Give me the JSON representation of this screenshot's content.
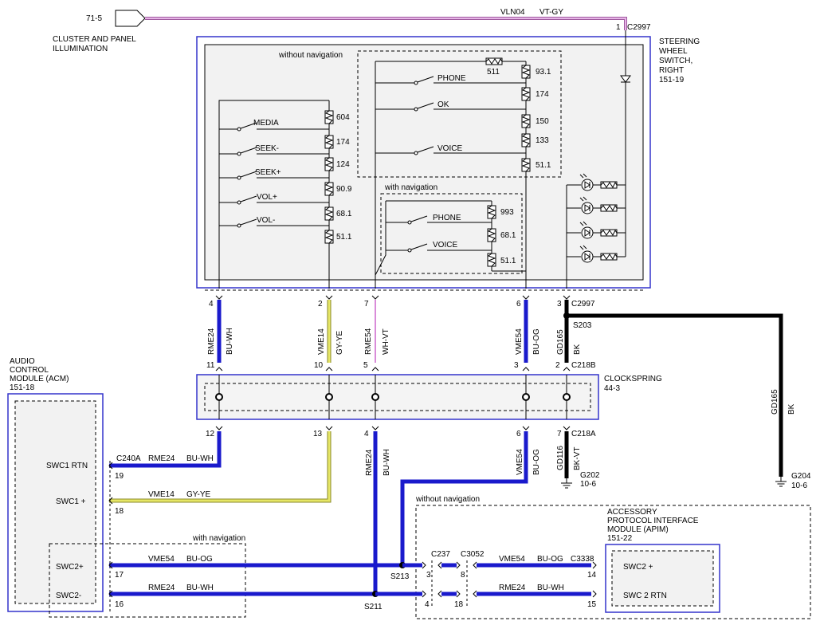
{
  "top": {
    "ref": "71-5",
    "circuit": "VLN04",
    "color": "VT-GY",
    "pin": "1",
    "connector": "C2997",
    "illum_line1": "CLUSTER AND PANEL",
    "illum_line2": "ILLUMINATION"
  },
  "sws": {
    "line1": "STEERING",
    "line2": "WHEEL",
    "line3": "SWITCH,",
    "line4": "RIGHT",
    "ref": "151-19",
    "without_nav": "without navigation",
    "with_nav": "with navigation",
    "left_switches": [
      "MEDIA",
      "SEEK-",
      "SEEK+",
      "VOL+",
      "VOL-"
    ],
    "left_resistors": [
      "604",
      "174",
      "124",
      "90.9",
      "68.1",
      "51.1"
    ],
    "nonav_top_resistor": "511",
    "nonav_switches": [
      "PHONE",
      "OK",
      "VOICE"
    ],
    "nonav_resistors": [
      "93.1",
      "174",
      "150",
      "133",
      "51.1"
    ],
    "nav_switches": [
      "PHONE",
      "VOICE"
    ],
    "nav_resistors": [
      "993",
      "68.1",
      "51.1"
    ]
  },
  "wires_upper": [
    {
      "pin_top": "4",
      "circuit": "RME24",
      "color": "BU-WH",
      "pin_bottom": "11"
    },
    {
      "pin_top": "2",
      "circuit": "VME14",
      "color": "GY-YE",
      "pin_bottom": "10"
    },
    {
      "pin_top": "7",
      "circuit": "RME54",
      "color": "WH-VT",
      "pin_bottom": "5"
    },
    {
      "pin_top": "6",
      "circuit": "VME54",
      "color": "BU-OG",
      "pin_bottom": "3"
    },
    {
      "pin_top": "3",
      "circuit": "GD165",
      "color": "BK",
      "pin_bottom": "2"
    }
  ],
  "conn_c2997": "C2997",
  "splice_s203": "S203",
  "conn_c218b": "C218B",
  "clockspring": {
    "name": "CLOCKSPRING",
    "ref": "44-3"
  },
  "ground_run": {
    "circuit": "GD165",
    "color": "BK",
    "ground": "G204",
    "ref": "10-6"
  },
  "wires_lower": [
    {
      "pin": "12"
    },
    {
      "pin": "13"
    },
    {
      "pin": "4",
      "circuit": "RME24",
      "color": "BU-WH"
    },
    {
      "pin": "6",
      "circuit": "VME54",
      "color": "BU-OG"
    },
    {
      "pin": "7",
      "circuit": "GD116",
      "color": "BK-VT"
    }
  ],
  "conn_c218a": "C218A",
  "ground_g202": {
    "name": "G202",
    "ref": "10-6"
  },
  "acm": {
    "line1": "AUDIO",
    "line2": "CONTROL",
    "line3": "MODULE (ACM)",
    "ref": "151-18",
    "connector": "C240A",
    "pins": [
      {
        "label": "SWC1 RTN",
        "pin": "19",
        "circuit": "RME24",
        "color": "BU-WH"
      },
      {
        "label": "SWC1 +",
        "pin": "18",
        "circuit": "VME14",
        "color": "GY-YE"
      },
      {
        "label": "SWC2+",
        "pin": "17",
        "circuit": "VME54",
        "color": "BU-OG"
      },
      {
        "label": "SWC2-",
        "pin": "16",
        "circuit": "RME24",
        "color": "BU-WH"
      }
    ],
    "with_nav": "with navigation"
  },
  "splices": {
    "s213": "S213",
    "s211": "S211"
  },
  "apim_area": {
    "without_nav": "without navigation",
    "c237": "C237",
    "c237_pins": [
      "3",
      "4"
    ],
    "c3052": "C3052",
    "c3052_pins": [
      "8",
      "18"
    ],
    "wire1": {
      "circuit": "VME54",
      "color": "BU-OG"
    },
    "wire2": {
      "circuit": "RME24",
      "color": "BU-WH"
    },
    "c3338": "C3338",
    "c3338_pins": [
      "14",
      "15"
    ]
  },
  "apim": {
    "line1": "ACCESSORY",
    "line2": "PROTOCOL INTERFACE",
    "line3": "MODULE (APIM)",
    "ref": "151-22",
    "pins": [
      "SWC2 +",
      "SWC 2 RTN"
    ]
  },
  "colors": {
    "module_border": "#3333cc",
    "blue_wire": "#1a1acc",
    "yellow_wire": "#d9d94d",
    "violet_wire": "#d98cd9",
    "black_wire": "#000000"
  }
}
